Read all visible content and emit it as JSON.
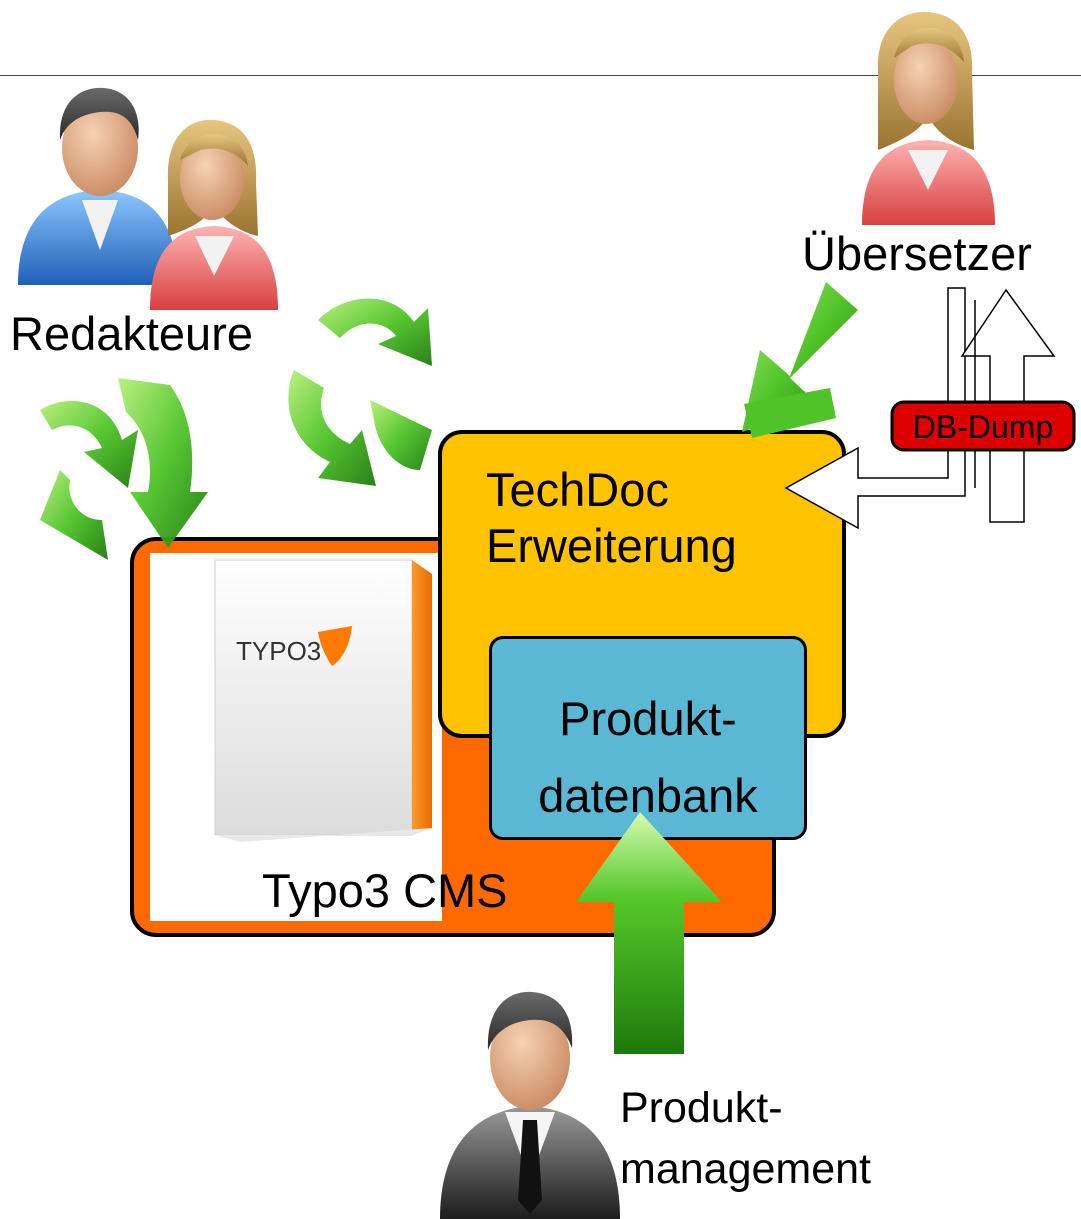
{
  "groups": {
    "editors": "Redakteure",
    "translator": "Übersetzer",
    "product_management": "Produkt-\nmanagement"
  },
  "boxes": {
    "cms": "Typo3 CMS",
    "extension": "TechDoc\nErweiterung",
    "database": "Produkt-\ndatenbank",
    "dump": "DB-Dump"
  },
  "logo": {
    "text": "TYPO3"
  },
  "colors": {
    "cms_box": "#ff6a00",
    "extension_box": "#ffc300",
    "database_box": "#5bb8d4",
    "dump_badge": "#dd0000",
    "arrow_green": "#3fae1d"
  }
}
